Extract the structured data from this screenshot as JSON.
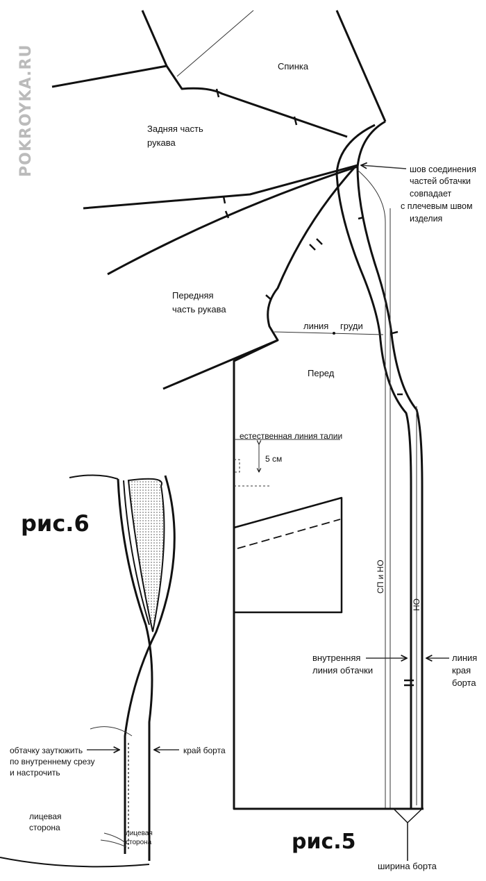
{
  "watermark": "POKROYKA.RU",
  "figure5": {
    "caption": "рис.5",
    "labels": {
      "back": "Спинка",
      "back_sleeve_1": "Задняя часть",
      "back_sleeve_2": "рукава",
      "front_sleeve_1": "Передняя",
      "front_sleeve_2": "часть рукава",
      "chest_1": "линия",
      "chest_2": "груди",
      "front": "Перед",
      "waist": "естественная линия талии",
      "waist_offset": "5 см",
      "sp_no": "СП и НО",
      "no": "НО",
      "seam_1": "шов соединения",
      "seam_2": "частей обтачки",
      "seam_3": "совпадает",
      "seam_4": "с плечевым швом",
      "seam_5": "изделия",
      "inner_1": "внутренняя",
      "inner_2": "линия обтачки",
      "edge_1": "линия",
      "edge_2": "края",
      "edge_3": "борта",
      "width": "ширина борта"
    }
  },
  "figure6": {
    "caption": "рис.6",
    "labels": {
      "press_1": "обтачку заутюжить",
      "press_2": "по внутреннему срезу",
      "press_3": "и настрочить",
      "edge": "край борта",
      "face_1": "лицевая",
      "face_2": "сторона",
      "face_inner_1": "лицевая",
      "face_inner_2": "сторона"
    }
  }
}
